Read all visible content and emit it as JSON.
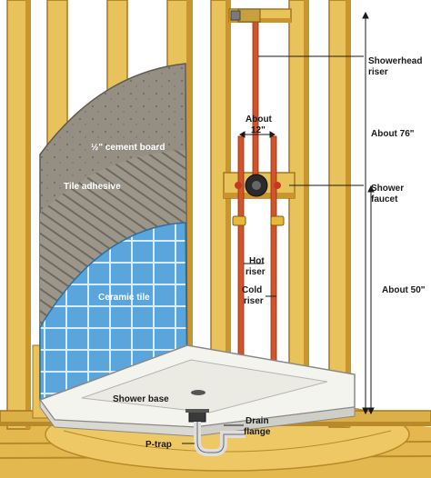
{
  "labels": {
    "cement_board": "½\" cement board",
    "tile_adhesive": "Tile adhesive",
    "ceramic_tile": "Ceramic tile",
    "shower_base": "Shower base",
    "p_trap": "P-trap",
    "drain_flange_line1": "Drain",
    "drain_flange_line2": "flange",
    "hot_riser_line1": "Hot",
    "hot_riser_line2": "riser",
    "cold_riser_line1": "Cold",
    "cold_riser_line2": "riser",
    "about_12_line1": "About",
    "about_12_line2": "12\"",
    "showerhead_riser_line1": "Showerhead",
    "showerhead_riser_line2": "riser",
    "about_76": "About 76\"",
    "shower_faucet_line1": "Shower",
    "shower_faucet_line2": "faucet",
    "about_50": "About 50\""
  },
  "colors": {
    "wood": "#e8c25a",
    "wood_dark": "#c9962e",
    "wood_shadow": "#a8761c",
    "cement": "#8f8a80",
    "tile": "#5aa6dc",
    "tile_grout": "#d8ecf8",
    "copper": "#d2542a",
    "base": "#f4f4ee",
    "text": "#1a1a1a"
  }
}
